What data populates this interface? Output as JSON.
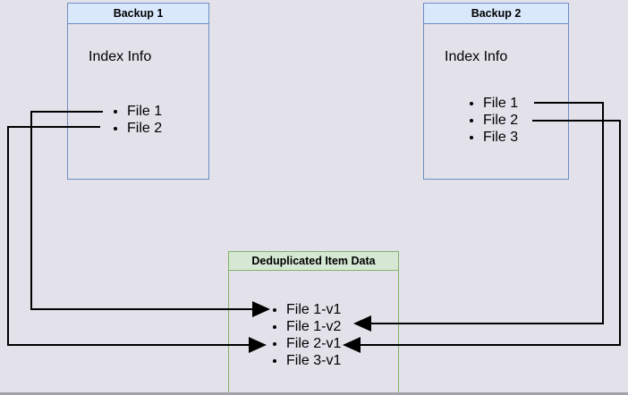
{
  "diagram": {
    "type": "backup-deduplication-diagram",
    "background_color": "#e3e2eb",
    "arrow_color": "#000000",
    "boxes": {
      "backup1": {
        "title": "Backup 1",
        "subtitle": "Index Info",
        "items": [
          "File 1",
          "File 2"
        ],
        "header_fill": "#dae8fc",
        "border_color": "#6c8ebf"
      },
      "backup2": {
        "title": "Backup 2",
        "subtitle": "Index Info",
        "items": [
          "File 1",
          "File 2",
          "File 3"
        ],
        "header_fill": "#dae8fc",
        "border_color": "#6c8ebf"
      },
      "dedup": {
        "title": "Deduplicated Item Data",
        "items": [
          "File 1-v1",
          "File 1-v2",
          "File 2-v1",
          "File 3-v1"
        ],
        "header_fill": "#d5e8d4",
        "border_color": "#82b366"
      }
    },
    "connections": [
      {
        "from": "Backup 1 / File 1",
        "to": "Deduplicated Item Data / File 1-v1",
        "side": "left"
      },
      {
        "from": "Backup 1 / File 2",
        "to": "Deduplicated Item Data / File 2-v1",
        "side": "left"
      },
      {
        "from": "Backup 2 / File 1",
        "to": "Deduplicated Item Data / File 1-v2",
        "side": "right"
      },
      {
        "from": "Backup 2 / File 2",
        "to": "Deduplicated Item Data / File 2-v1",
        "side": "right"
      }
    ]
  }
}
